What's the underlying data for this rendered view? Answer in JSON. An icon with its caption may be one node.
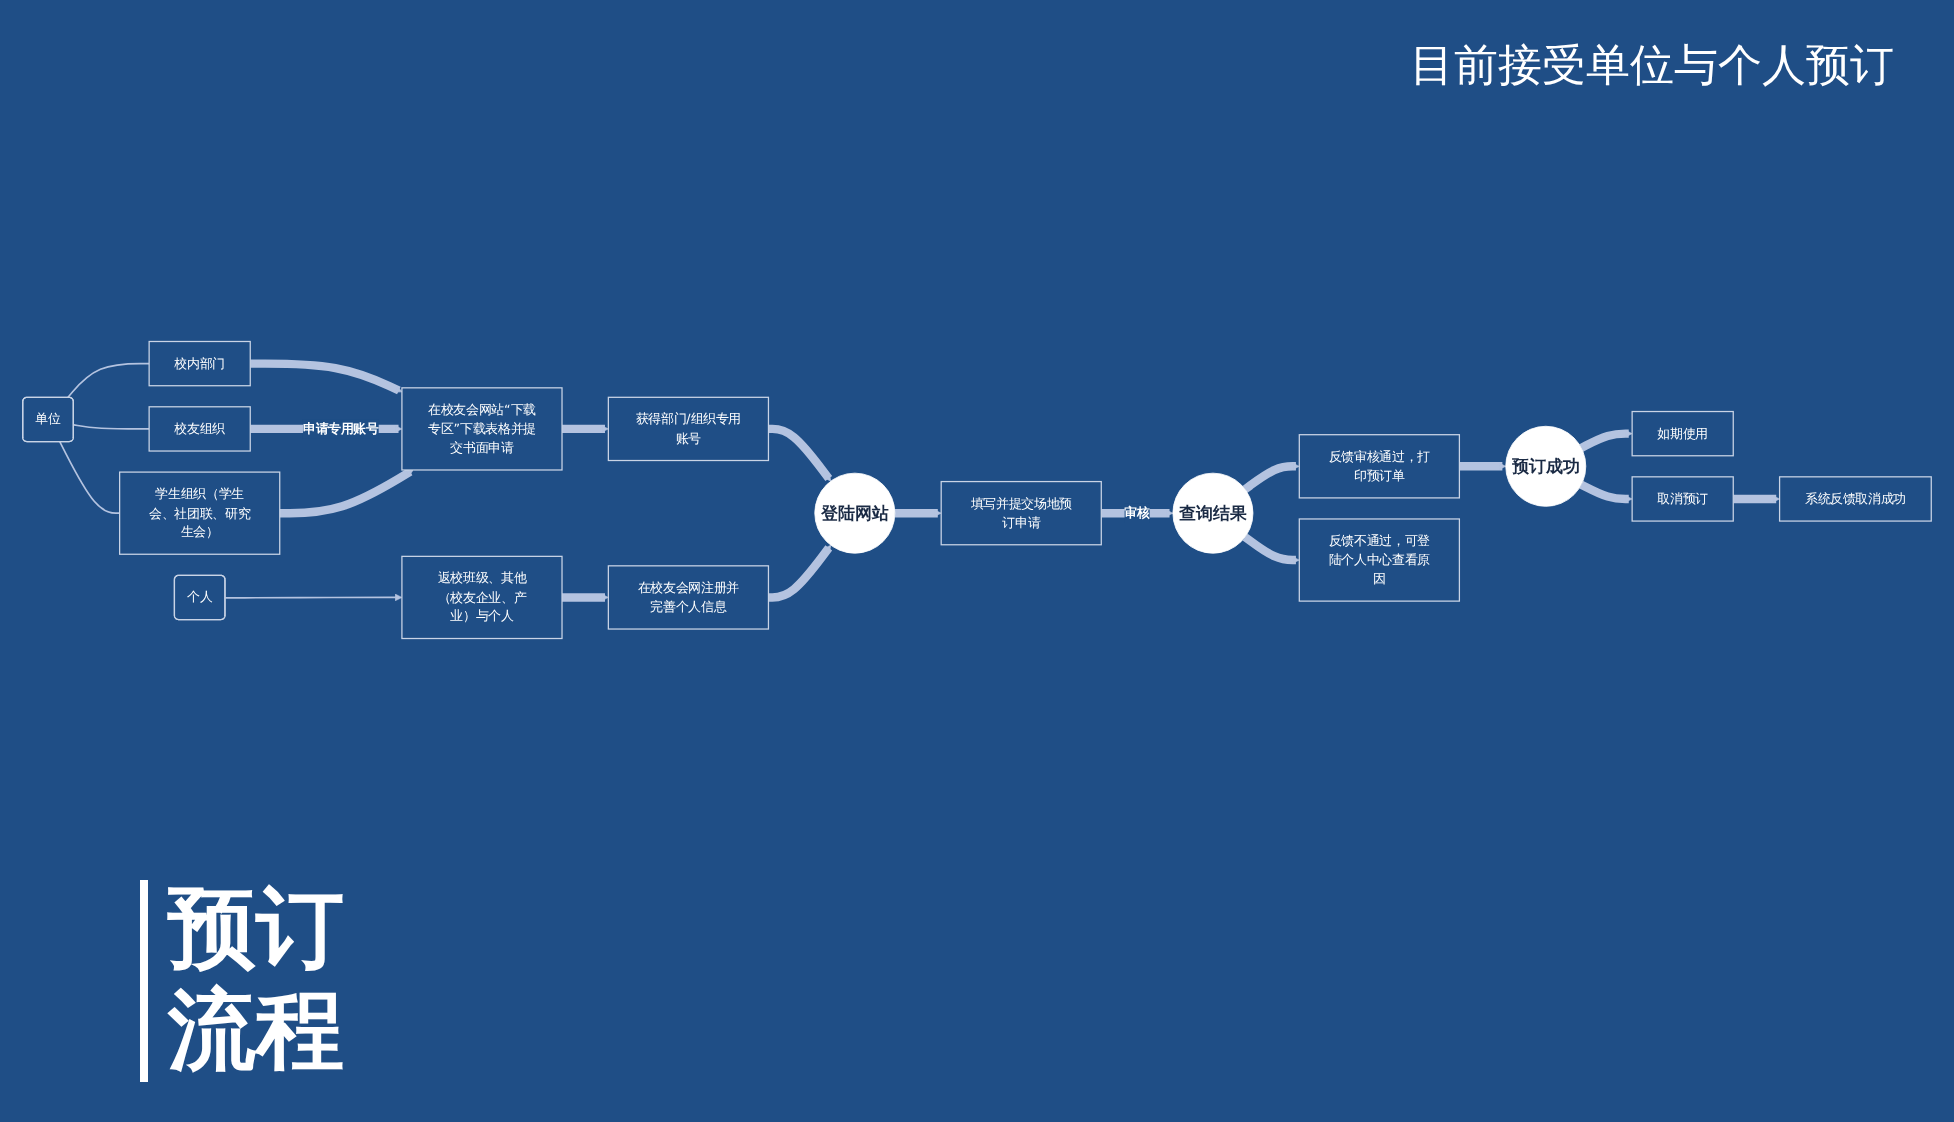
{
  "diagram": {
    "title": "预订流程",
    "nodes": [
      {
        "text": [
          "单位"
        ]
      },
      {
        "text": [
          "校内部门"
        ]
      },
      {
        "text": [
          "校友组织"
        ]
      },
      {
        "text": [
          "学生组织（学生会、社团联、研究生会）"
        ]
      },
      {
        "text": [
          "个人"
        ]
      },
      {
        "text": [
          "返校班级、其他（校友企业、产业）与个人"
        ]
      },
      {
        "text": [
          "在校友会网站“下载专区”下载表格并提交书面申请"
        ]
      },
      {
        "text": [
          "获得部门/组织专用账号"
        ]
      },
      {
        "text": [
          "在校友会网注册并完善个人信息"
        ]
      },
      {
        "text": [
          "登陆网站"
        ]
      },
      {
        "text": [
          "填写并提交场地预订申请"
        ]
      },
      {
        "text": [
          "查询结果"
        ]
      },
      {
        "text": [
          "反馈审核通过，打印预订单"
        ]
      },
      {
        "text": [
          "反馈不通过，可登陆个人中心查看原因"
        ]
      },
      {
        "text": [
          "预订成功"
        ]
      },
      {
        "text": [
          "如期使用"
        ]
      },
      {
        "text": [
          "取消预订"
        ]
      },
      {
        "text": [
          "系统反馈取消成功"
        ]
      }
    ],
    "edges": [
      {
        "from": 0,
        "to": 1,
        "arrow": "none"
      },
      {
        "from": 0,
        "to": 2,
        "arrow": "none"
      },
      {
        "from": 0,
        "to": 3,
        "arrow": "none"
      },
      {
        "from": 4,
        "to": 5,
        "arrow": "to"
      },
      {
        "from": 1,
        "to": 6,
        "arrow": "to"
      },
      {
        "from": 2,
        "to": 6,
        "arrow": "to",
        "label": "申请专用账号"
      },
      {
        "from": 3,
        "to": 6,
        "arrow": "to"
      },
      {
        "from": 5,
        "to": 8,
        "arrow": "to"
      },
      {
        "from": 6,
        "to": 7,
        "arrow": "to"
      },
      {
        "from": 7,
        "to": 9,
        "arrow": "to"
      },
      {
        "from": 8,
        "to": 9,
        "arrow": "to"
      },
      {
        "from": 9,
        "to": 10,
        "arrow": "to"
      },
      {
        "from": 10,
        "to": 11,
        "arrow": "to",
        "label": "审核"
      },
      {
        "from": 11,
        "to": 12,
        "arrow": "to"
      },
      {
        "from": 11,
        "to": 13,
        "arrow": "to"
      },
      {
        "from": 12,
        "to": 14,
        "arrow": "to"
      },
      {
        "from": 14,
        "to": 15,
        "arrow": "to"
      },
      {
        "from": 14,
        "to": 16,
        "arrow": "to"
      },
      {
        "from": 16,
        "to": 17,
        "arrow": "to"
      }
    ],
    "labels": [
      "目前接受单位与个人预订"
    ]
  }
}
